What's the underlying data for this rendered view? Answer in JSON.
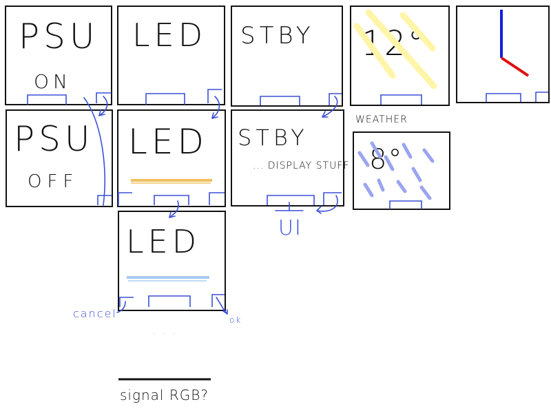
{
  "screens": {
    "psu_on": {
      "title": "PSU",
      "state": "ON"
    },
    "led": {
      "title": "LED"
    },
    "stby": {
      "title": "STBY"
    },
    "temp": {
      "value": "12°"
    },
    "psu_off": {
      "title": "PSU",
      "state": "OFF"
    },
    "led_edit": {
      "title": "LED"
    },
    "stby_display": {
      "title": "STBY",
      "subtitle": "... DISPLAY STUFF"
    },
    "weather": {
      "label": "WEATHER",
      "value": "8°"
    },
    "led_blue": {
      "title": "LED"
    }
  },
  "annotations": {
    "ui": "UI",
    "cancel": "cancel",
    "ok": "ok",
    "ellipsis": ". . .",
    "signal_rgb": "signal RGB?"
  },
  "colors": {
    "ink": "#111111",
    "blue_pen": "#3b4fd8",
    "orange_bar": "#f0c060",
    "lightblue_bar": "#a8c8f0",
    "sun_yellow": "#fff5a8",
    "rain_blue": "#9aa4f0",
    "clock_hour": "#1020e0",
    "clock_minute": "#e01010"
  }
}
